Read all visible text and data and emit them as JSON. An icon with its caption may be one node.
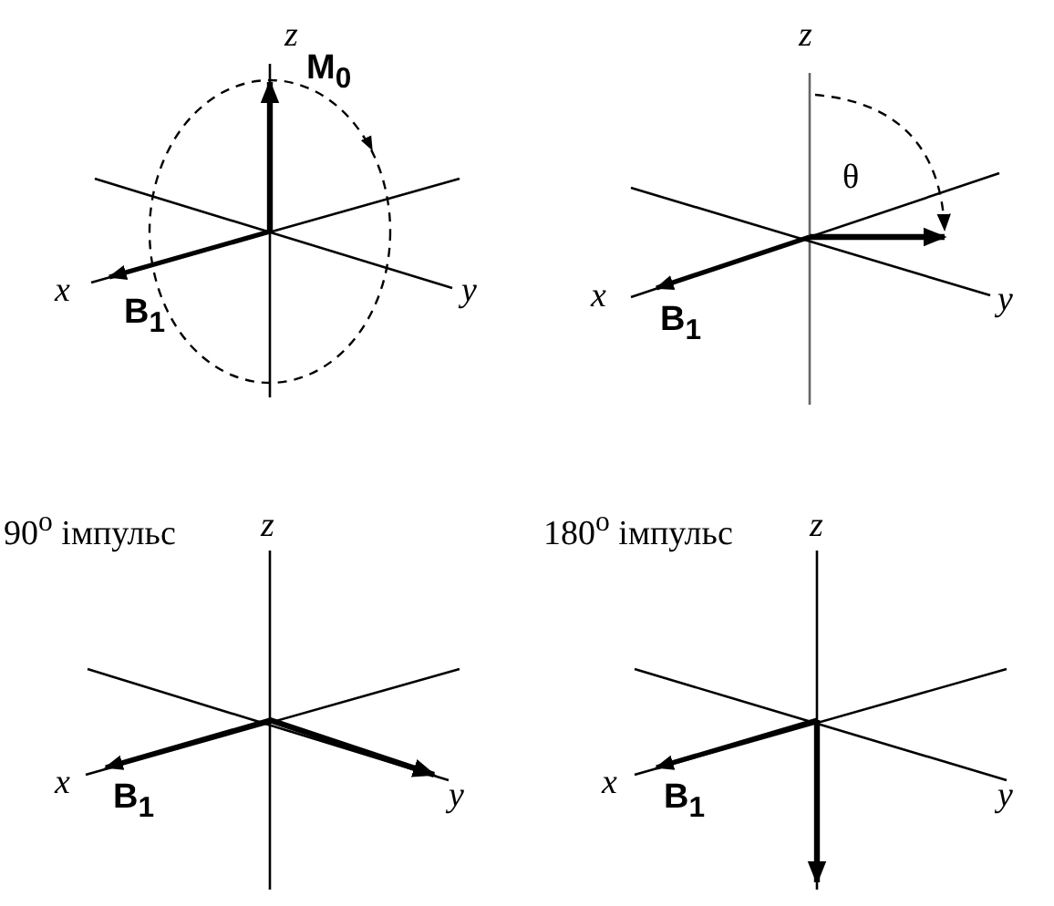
{
  "diagram": {
    "labels": [
      "z",
      "M$_{0}$",
      "x",
      "B$_{1}$",
      "y",
      "z",
      "θ",
      "x",
      "B$_{1}$",
      "y",
      "90$^{o}$ імпульс",
      "z",
      "x",
      "B$_{1}$",
      "y",
      "180$^{o}$ імпульс",
      "z",
      "x",
      "B$_{1}$",
      "y"
    ]
  }
}
